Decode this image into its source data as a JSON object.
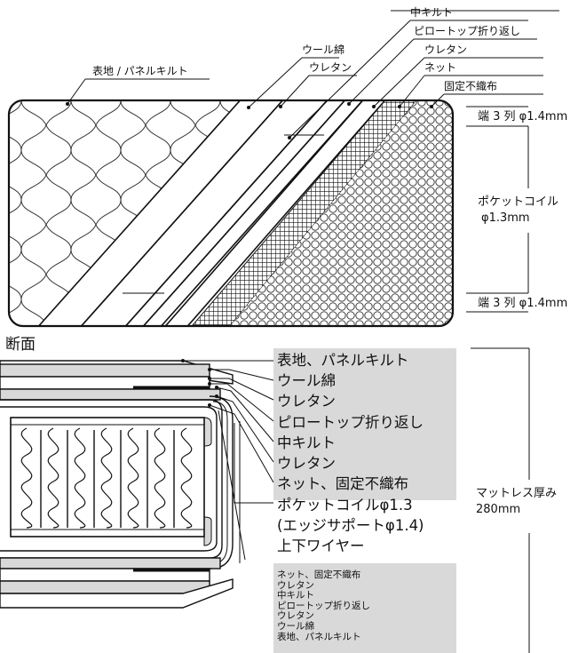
{
  "top": {
    "callouts": [
      {
        "id": "naka-quilt",
        "text": "中キルト"
      },
      {
        "id": "pillow-top",
        "text": "ピロートップ折り返し"
      },
      {
        "id": "wool",
        "text": "ウール綿"
      },
      {
        "id": "urethane1",
        "text": "ウレタン"
      },
      {
        "id": "urethane2",
        "text": "ウレタン"
      },
      {
        "id": "net",
        "text": "ネット"
      },
      {
        "id": "fixed-nonwoven",
        "text": "固定不織布"
      },
      {
        "id": "surface",
        "text": "表地 / パネルキルト"
      }
    ],
    "dims": {
      "edge_top": "端 3 列  φ1.4mm",
      "pocket_line1": "ポケットコイル",
      "pocket_line2": "φ1.3mm",
      "edge_bottom": "端 3 列  φ1.4mm"
    }
  },
  "section": {
    "title": "断面",
    "upper_layers": [
      "表地、パネルキルト",
      "ウール綿",
      "ウレタン",
      "ピロートップ折り返し",
      "中キルト",
      "ウレタン",
      "ネット、固定不織布"
    ],
    "core": [
      "ポケットコイルφ1.3",
      "(エッジサポートφ1.4)",
      "上下ワイヤー"
    ],
    "lower_layers": [
      "ネット、固定不織布",
      "ウレタン",
      "中キルト",
      "ピロートップ折り返し",
      "ウレタン",
      "ウール綿",
      "表地、パネルキルト"
    ],
    "thickness_line1": "マットレス厚み",
    "thickness_line2": "280mm"
  }
}
